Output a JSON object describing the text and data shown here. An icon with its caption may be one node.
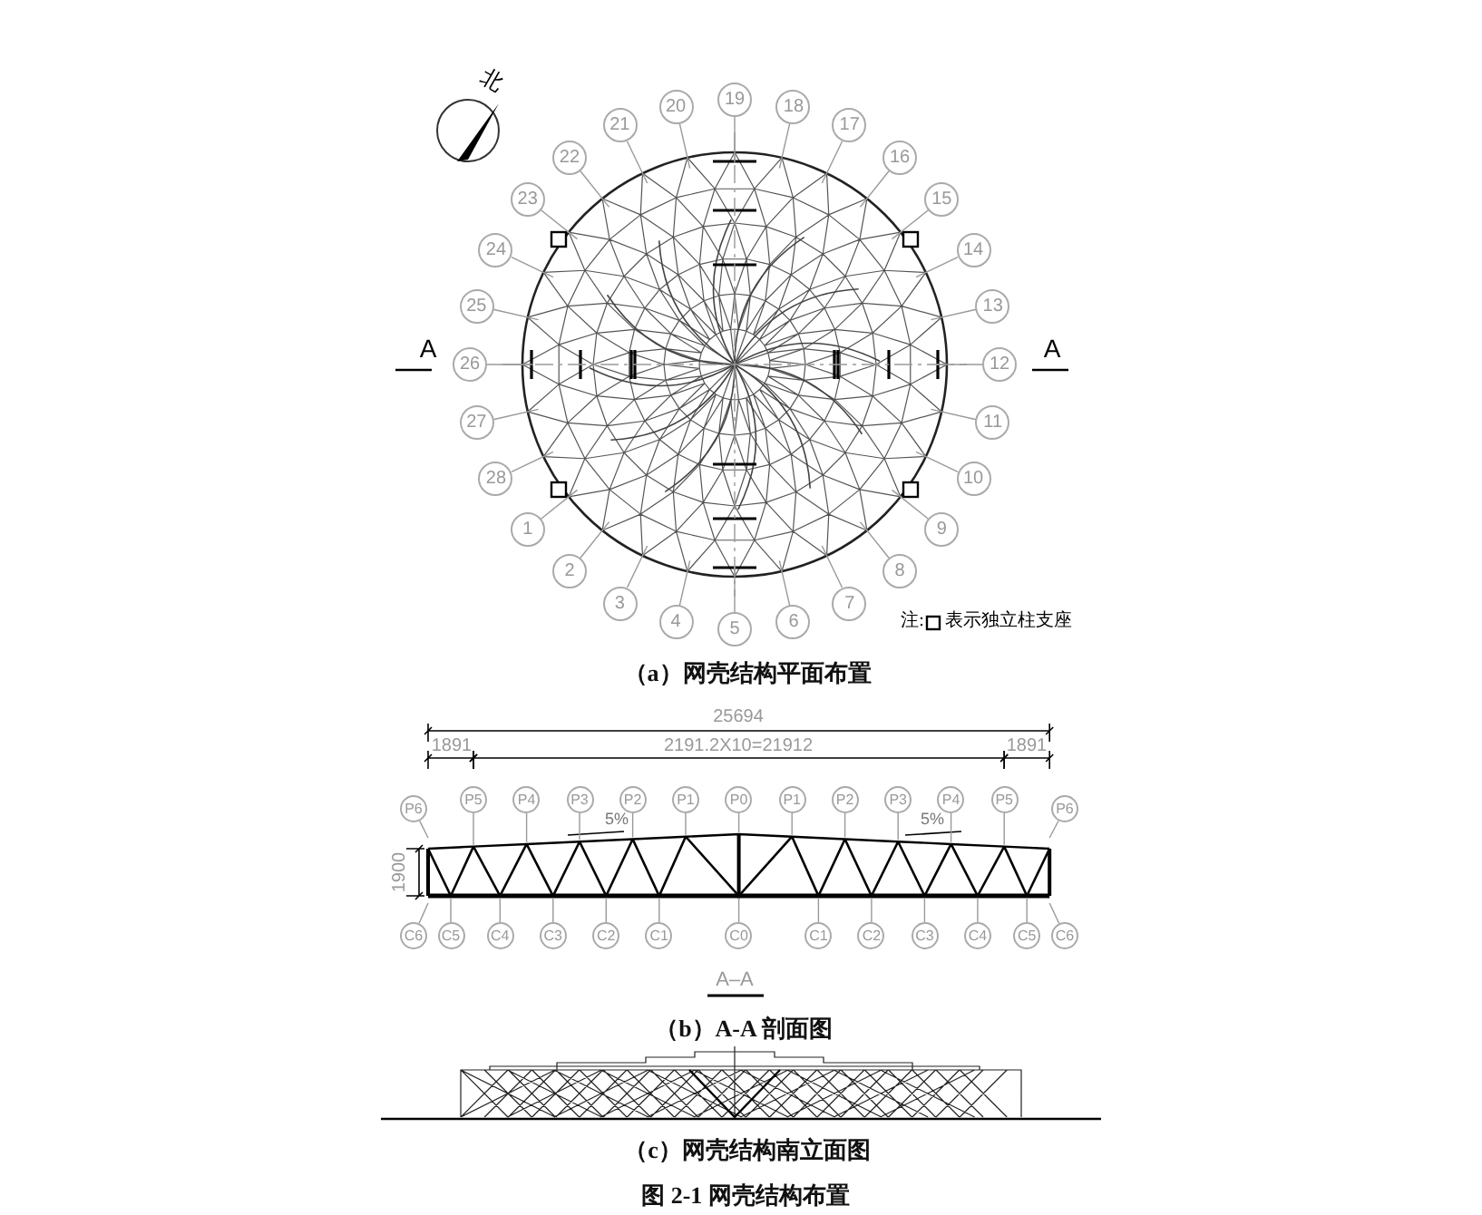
{
  "diagram": {
    "caption": "图 2-1 网壳结构布置",
    "nodes": [
      {
        "text": [
          "1"
        ]
      },
      {
        "text": [
          "2"
        ]
      },
      {
        "text": [
          "3"
        ]
      },
      {
        "text": [
          "4"
        ]
      },
      {
        "text": [
          "5"
        ]
      },
      {
        "text": [
          "6"
        ]
      },
      {
        "text": [
          "7"
        ]
      },
      {
        "text": [
          "8"
        ]
      },
      {
        "text": [
          "9"
        ]
      },
      {
        "text": [
          "10"
        ]
      },
      {
        "text": [
          "11"
        ]
      },
      {
        "text": [
          "12"
        ]
      },
      {
        "text": [
          "13"
        ]
      },
      {
        "text": [
          "14"
        ]
      },
      {
        "text": [
          "15"
        ]
      },
      {
        "text": [
          "16"
        ]
      },
      {
        "text": [
          "17"
        ]
      },
      {
        "text": [
          "18"
        ]
      },
      {
        "text": [
          "19"
        ]
      },
      {
        "text": [
          "20"
        ]
      },
      {
        "text": [
          "21"
        ]
      },
      {
        "text": [
          "22"
        ]
      },
      {
        "text": [
          "23"
        ]
      },
      {
        "text": [
          "24"
        ]
      },
      {
        "text": [
          "25"
        ]
      },
      {
        "text": [
          "26"
        ]
      },
      {
        "text": [
          "27"
        ]
      },
      {
        "text": [
          "28"
        ]
      },
      {
        "text": [
          "P6"
        ]
      },
      {
        "text": [
          "P5"
        ]
      },
      {
        "text": [
          "P4"
        ]
      },
      {
        "text": [
          "P3"
        ]
      },
      {
        "text": [
          "P2"
        ]
      },
      {
        "text": [
          "P1"
        ]
      },
      {
        "text": [
          "P0"
        ]
      },
      {
        "text": [
          "P1"
        ]
      },
      {
        "text": [
          "P2"
        ]
      },
      {
        "text": [
          "P3"
        ]
      },
      {
        "text": [
          "P4"
        ]
      },
      {
        "text": [
          "P5"
        ]
      },
      {
        "text": [
          "P6"
        ]
      },
      {
        "text": [
          "C6"
        ]
      },
      {
        "text": [
          "C5"
        ]
      },
      {
        "text": [
          "C4"
        ]
      },
      {
        "text": [
          "C3"
        ]
      },
      {
        "text": [
          "C2"
        ]
      },
      {
        "text": [
          "C1"
        ]
      },
      {
        "text": [
          "C0"
        ]
      },
      {
        "text": [
          "C1"
        ]
      },
      {
        "text": [
          "C2"
        ]
      },
      {
        "text": [
          "C3"
        ]
      },
      {
        "text": [
          "C4"
        ]
      },
      {
        "text": [
          "C5"
        ]
      },
      {
        "text": [
          "C6"
        ]
      },
      {
        "text": [],
        "shape": "picture"
      },
      {
        "text": [],
        "shape": "picture"
      }
    ],
    "edges": [
      {
        "from": 0,
        "to": 54,
        "arrow": "none"
      },
      {
        "from": 1,
        "to": 54,
        "arrow": "none"
      },
      {
        "from": 2,
        "to": 54,
        "arrow": "none"
      },
      {
        "from": 3,
        "to": 54,
        "arrow": "none"
      },
      {
        "from": 4,
        "to": 54,
        "arrow": "none"
      },
      {
        "from": 5,
        "to": 54,
        "arrow": "none"
      },
      {
        "from": 6,
        "to": 54,
        "arrow": "none"
      },
      {
        "from": 7,
        "to": 54,
        "arrow": "none"
      },
      {
        "from": 8,
        "to": 54,
        "arrow": "none"
      },
      {
        "from": 9,
        "to": 54,
        "arrow": "none"
      },
      {
        "from": 10,
        "to": 54,
        "arrow": "none"
      },
      {
        "from": 11,
        "to": 54,
        "arrow": "none"
      },
      {
        "from": 12,
        "to": 54,
        "arrow": "none"
      },
      {
        "from": 13,
        "to": 54,
        "arrow": "none"
      },
      {
        "from": 14,
        "to": 54,
        "arrow": "none"
      },
      {
        "from": 15,
        "to": 54,
        "arrow": "none"
      },
      {
        "from": 16,
        "to": 54,
        "arrow": "none"
      },
      {
        "from": 17,
        "to": 54,
        "arrow": "none"
      },
      {
        "from": 18,
        "to": 54,
        "arrow": "none"
      },
      {
        "from": 19,
        "to": 54,
        "arrow": "none"
      },
      {
        "from": 20,
        "to": 54,
        "arrow": "none"
      },
      {
        "from": 21,
        "to": 54,
        "arrow": "none"
      },
      {
        "from": 22,
        "to": 54,
        "arrow": "none"
      },
      {
        "from": 23,
        "to": 54,
        "arrow": "none"
      },
      {
        "from": 24,
        "to": 54,
        "arrow": "none"
      },
      {
        "from": 25,
        "to": 54,
        "arrow": "none"
      },
      {
        "from": 26,
        "to": 54,
        "arrow": "none"
      },
      {
        "from": 27,
        "to": 54,
        "arrow": "none"
      },
      {
        "from": 28,
        "to": 55,
        "arrow": "none"
      },
      {
        "from": 29,
        "to": 55,
        "arrow": "none"
      },
      {
        "from": 30,
        "to": 55,
        "arrow": "none"
      },
      {
        "from": 31,
        "to": 55,
        "arrow": "none"
      },
      {
        "from": 32,
        "to": 55,
        "arrow": "none"
      },
      {
        "from": 33,
        "to": 55,
        "arrow": "none"
      },
      {
        "from": 34,
        "to": 55,
        "arrow": "none"
      },
      {
        "from": 35,
        "to": 55,
        "arrow": "none"
      },
      {
        "from": 36,
        "to": 55,
        "arrow": "none"
      },
      {
        "from": 37,
        "to": 55,
        "arrow": "none"
      },
      {
        "from": 38,
        "to": 55,
        "arrow": "none"
      },
      {
        "from": 39,
        "to": 55,
        "arrow": "none"
      },
      {
        "from": 40,
        "to": 55,
        "arrow": "none"
      },
      {
        "from": 41,
        "to": 55,
        "arrow": "none"
      },
      {
        "from": 42,
        "to": 55,
        "arrow": "none"
      },
      {
        "from": 43,
        "to": 55,
        "arrow": "none"
      },
      {
        "from": 44,
        "to": 55,
        "arrow": "none"
      },
      {
        "from": 45,
        "to": 55,
        "arrow": "none"
      },
      {
        "from": 46,
        "to": 55,
        "arrow": "none"
      },
      {
        "from": 47,
        "to": 55,
        "arrow": "none"
      },
      {
        "from": 48,
        "to": 55,
        "arrow": "none"
      },
      {
        "from": 49,
        "to": 55,
        "arrow": "none"
      },
      {
        "from": 50,
        "to": 55,
        "arrow": "none"
      },
      {
        "from": 51,
        "to": 55,
        "arrow": "none"
      },
      {
        "from": 52,
        "to": 55,
        "arrow": "none"
      },
      {
        "from": 53,
        "to": 55,
        "arrow": "none"
      }
    ],
    "labels": [
      "北",
      "A",
      "A",
      "注:",
      "表示独立柱支座",
      "（a）网壳结构平面布置",
      "25694",
      "1891",
      "2191.2X10=21912",
      "1891",
      "5%",
      "5%",
      "1900",
      "A–A",
      "（b）A-A 剖面图",
      "（c）网壳结构南立面图"
    ]
  }
}
